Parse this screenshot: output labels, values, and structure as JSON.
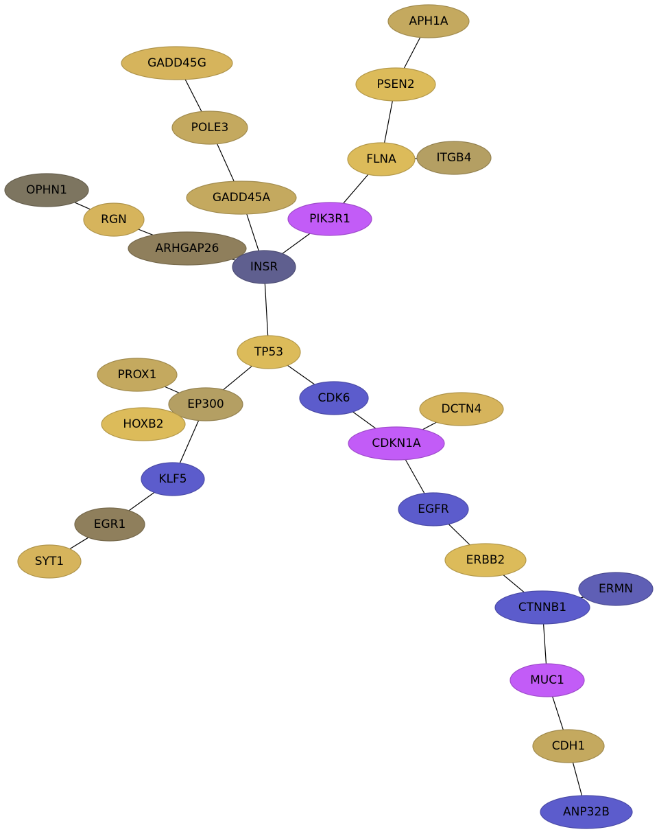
{
  "palette": {
    "gold": "#d6b45c",
    "gold_bright": "#dcbb5a",
    "khaki": "#c4a95f",
    "olive": "#b49f63",
    "olive_dark": "#8f7f5c",
    "charcoal": "#7d7560",
    "navy": "#5f5f8f",
    "blue": "#5c5ccc",
    "blue_muted": "#5f5fb5",
    "violet": "#c25cf7"
  },
  "nodes": [
    {
      "id": "APH1A",
      "label": "APH1A",
      "color": "khaki"
    },
    {
      "id": "PSEN2",
      "label": "PSEN2",
      "color": "gold_bright"
    },
    {
      "id": "GADD45G",
      "label": "GADD45G",
      "color": "gold"
    },
    {
      "id": "POLE3",
      "label": "POLE3",
      "color": "khaki"
    },
    {
      "id": "FLNA",
      "label": "FLNA",
      "color": "gold_bright"
    },
    {
      "id": "ITGB4",
      "label": "ITGB4",
      "color": "olive"
    },
    {
      "id": "OPHN1",
      "label": "OPHN1",
      "color": "charcoal"
    },
    {
      "id": "GADD45A",
      "label": "GADD45A",
      "color": "khaki"
    },
    {
      "id": "RGN",
      "label": "RGN",
      "color": "gold"
    },
    {
      "id": "PIK3R1",
      "label": "PIK3R1",
      "color": "violet"
    },
    {
      "id": "ARHGAP26",
      "label": "ARHGAP26",
      "color": "olive_dark"
    },
    {
      "id": "INSR",
      "label": "INSR",
      "color": "navy"
    },
    {
      "id": "TP53",
      "label": "TP53",
      "color": "gold_bright"
    },
    {
      "id": "PROX1",
      "label": "PROX1",
      "color": "khaki"
    },
    {
      "id": "EP300",
      "label": "EP300",
      "color": "olive"
    },
    {
      "id": "CDK6",
      "label": "CDK6",
      "color": "blue"
    },
    {
      "id": "DCTN4",
      "label": "DCTN4",
      "color": "gold"
    },
    {
      "id": "HOXB2",
      "label": "HOXB2",
      "color": "gold_bright"
    },
    {
      "id": "CDKN1A",
      "label": "CDKN1A",
      "color": "violet"
    },
    {
      "id": "KLF5",
      "label": "KLF5",
      "color": "blue"
    },
    {
      "id": "EGFR",
      "label": "EGFR",
      "color": "blue"
    },
    {
      "id": "EGR1",
      "label": "EGR1",
      "color": "olive_dark"
    },
    {
      "id": "SYT1",
      "label": "SYT1",
      "color": "gold"
    },
    {
      "id": "ERBB2",
      "label": "ERBB2",
      "color": "gold_bright"
    },
    {
      "id": "ERMN",
      "label": "ERMN",
      "color": "blue_muted"
    },
    {
      "id": "CTNNB1",
      "label": "CTNNB1",
      "color": "blue"
    },
    {
      "id": "MUC1",
      "label": "MUC1",
      "color": "violet"
    },
    {
      "id": "CDH1",
      "label": "CDH1",
      "color": "khaki"
    },
    {
      "id": "ANP32B",
      "label": "ANP32B",
      "color": "blue"
    }
  ],
  "edges": [
    [
      "APH1A",
      "PSEN2"
    ],
    [
      "PSEN2",
      "FLNA"
    ],
    [
      "FLNA",
      "ITGB4"
    ],
    [
      "FLNA",
      "PIK3R1"
    ],
    [
      "GADD45G",
      "POLE3"
    ],
    [
      "POLE3",
      "GADD45A"
    ],
    [
      "GADD45A",
      "INSR"
    ],
    [
      "OPHN1",
      "RGN"
    ],
    [
      "RGN",
      "ARHGAP26"
    ],
    [
      "ARHGAP26",
      "INSR"
    ],
    [
      "PIK3R1",
      "INSR"
    ],
    [
      "INSR",
      "TP53"
    ],
    [
      "TP53",
      "EP300"
    ],
    [
      "TP53",
      "CDK6"
    ],
    [
      "PROX1",
      "EP300"
    ],
    [
      "HOXB2",
      "EP300"
    ],
    [
      "EP300",
      "KLF5"
    ],
    [
      "KLF5",
      "EGR1"
    ],
    [
      "EGR1",
      "SYT1"
    ],
    [
      "CDK6",
      "CDKN1A"
    ],
    [
      "DCTN4",
      "CDKN1A"
    ],
    [
      "CDKN1A",
      "EGFR"
    ],
    [
      "EGFR",
      "ERBB2"
    ],
    [
      "ERBB2",
      "CTNNB1"
    ],
    [
      "ERMN",
      "CTNNB1"
    ],
    [
      "CTNNB1",
      "MUC1"
    ],
    [
      "MUC1",
      "CDH1"
    ],
    [
      "CDH1",
      "ANP32B"
    ]
  ]
}
